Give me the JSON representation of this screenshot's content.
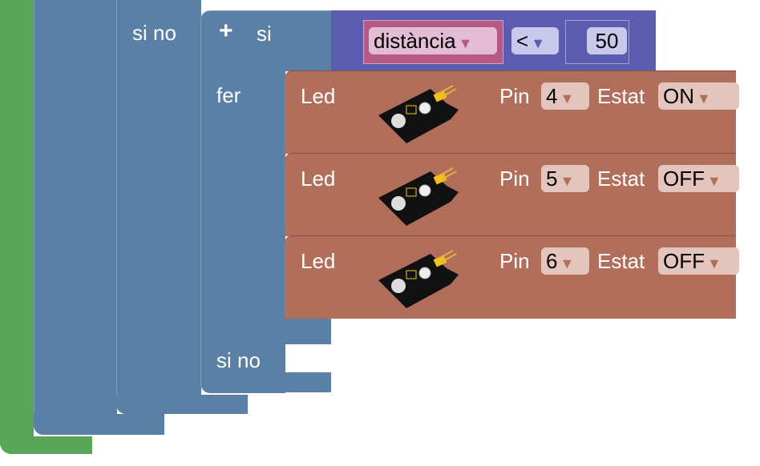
{
  "outer_else": {
    "label": "si no"
  },
  "if_block": {
    "plus_icon": "+",
    "if_label": "si",
    "do_label": "fer",
    "else_label": "si no"
  },
  "condition": {
    "variable": "distància",
    "operator": "<",
    "value": "50"
  },
  "leds": [
    {
      "label": "Led",
      "pin_label": "Pin",
      "pin": "4",
      "state_label": "Estat",
      "state": "ON"
    },
    {
      "label": "Led",
      "pin_label": "Pin",
      "pin": "5",
      "state_label": "Estat",
      "state": "OFF"
    },
    {
      "label": "Led",
      "pin_label": "Pin",
      "pin": "6",
      "state_label": "Estat",
      "state": "OFF"
    }
  ],
  "colors": {
    "logic": "#5b80a5",
    "loop": "#5ba55b",
    "compare": "#5b5bb0",
    "variable": "#b55a86",
    "led": "#b16e5a"
  }
}
